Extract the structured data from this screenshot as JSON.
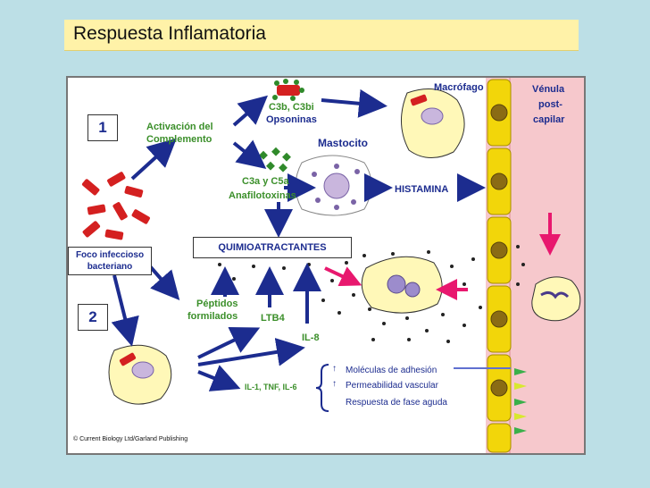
{
  "title": "Respuesta Inflamatoria",
  "labels": {
    "macrofago": "Macrófago",
    "venula": "Vénula post-capilar",
    "venula_1": "Vénula",
    "venula_2": "post-",
    "venula_3": "capilar",
    "step1": "1",
    "step2": "2",
    "activacion_1": "Activación del",
    "activacion_2": "Complemento",
    "c3b": "C3b, C3bi",
    "opsoninas": "Opsoninas",
    "mastocito": "Mastocito",
    "c3a": "C3a y C5a",
    "anafilotoxinas": "Anafilotoxinas",
    "histamina": "HISTAMINA",
    "quimioatractantes": "QUIMIOATRACTANTES",
    "foco_1": "Foco infeccioso",
    "foco_2": "bacteriano",
    "peptidos_1": "Péptidos",
    "peptidos_2": "formilados",
    "ltb4": "LTB4",
    "il8": "IL-8",
    "il1": "IL-1, TNF, IL-6",
    "moleculas": "Moléculas de adhesión",
    "permeabilidad": "Permeabilidad vascular",
    "fase_aguda": "Respuesta de fase aguda",
    "copyright": "© Current Biology Ltd/Garland Publishing"
  },
  "colors": {
    "background": "#bcdfe6",
    "title_bar": "#fff2a8",
    "vessel": "#f6c8cc",
    "endothelial_cell": "#f2d60a",
    "nucleus": "#8a6b14",
    "bacteria": "#d42020",
    "arrow": "#1c2c8f",
    "pink_arrow": "#e8186e",
    "label_green": "#3b8f2a",
    "label_blue": "#1c2c8f"
  }
}
